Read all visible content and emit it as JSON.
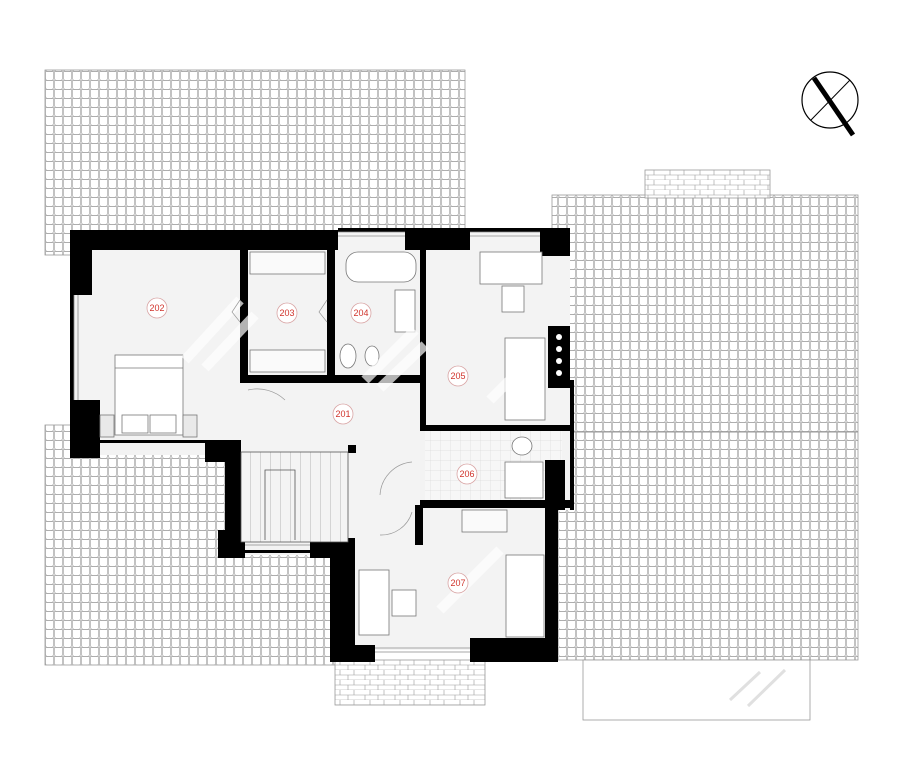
{
  "plan": {
    "rooms": [
      {
        "number": "201"
      },
      {
        "number": "202"
      },
      {
        "number": "203"
      },
      {
        "number": "204"
      },
      {
        "number": "205"
      },
      {
        "number": "206"
      },
      {
        "number": "207"
      }
    ]
  },
  "colors": {
    "wall": "#000000",
    "room_label": "#d0342c",
    "room_circle_stroke": "#d9a5a5",
    "floor": "#f2f2f2",
    "roof_tile": "#bdbdbd",
    "background": "#ffffff"
  },
  "icons": [
    "compass-north-arrow-icon"
  ]
}
